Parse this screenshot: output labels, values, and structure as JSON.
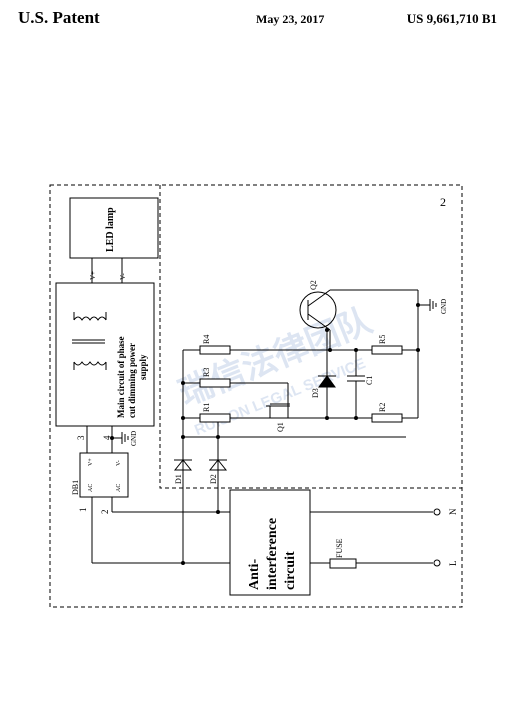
{
  "header": {
    "left": "U.S. Patent",
    "date": "May 23, 2017",
    "number": "US 9,661,710 B1"
  },
  "diagram": {
    "module_label": "2",
    "led_lamp": "LED lamp",
    "v_plus": "V+",
    "v_minus": "V-",
    "main_circuit": [
      "Main circuit of phase",
      "cut dimming power",
      "supply"
    ],
    "gnd": "GND",
    "gnd2": "GND",
    "db1": "DB1",
    "db1_ac1": "AC",
    "db1_ac2": "AC",
    "db1_vplus": "V+",
    "db1_vminus": "V-",
    "pin1": "1",
    "pin2": "2",
    "pin3": "3",
    "pin4": "4",
    "r1": "R1",
    "r2": "R2",
    "r3": "R3",
    "r4": "R4",
    "r5": "R5",
    "q1": "Q1",
    "q2": "Q2",
    "d1": "D1",
    "d2": "D2",
    "d3": "D3",
    "c1": "C1",
    "anti": [
      "Anti-",
      "interference",
      "circuit"
    ],
    "fuse": "FUSE",
    "term_l": "L",
    "term_n": "N"
  },
  "watermark": [
    "瑞信法律团队",
    "RUISON LEGAL SERVICE"
  ]
}
